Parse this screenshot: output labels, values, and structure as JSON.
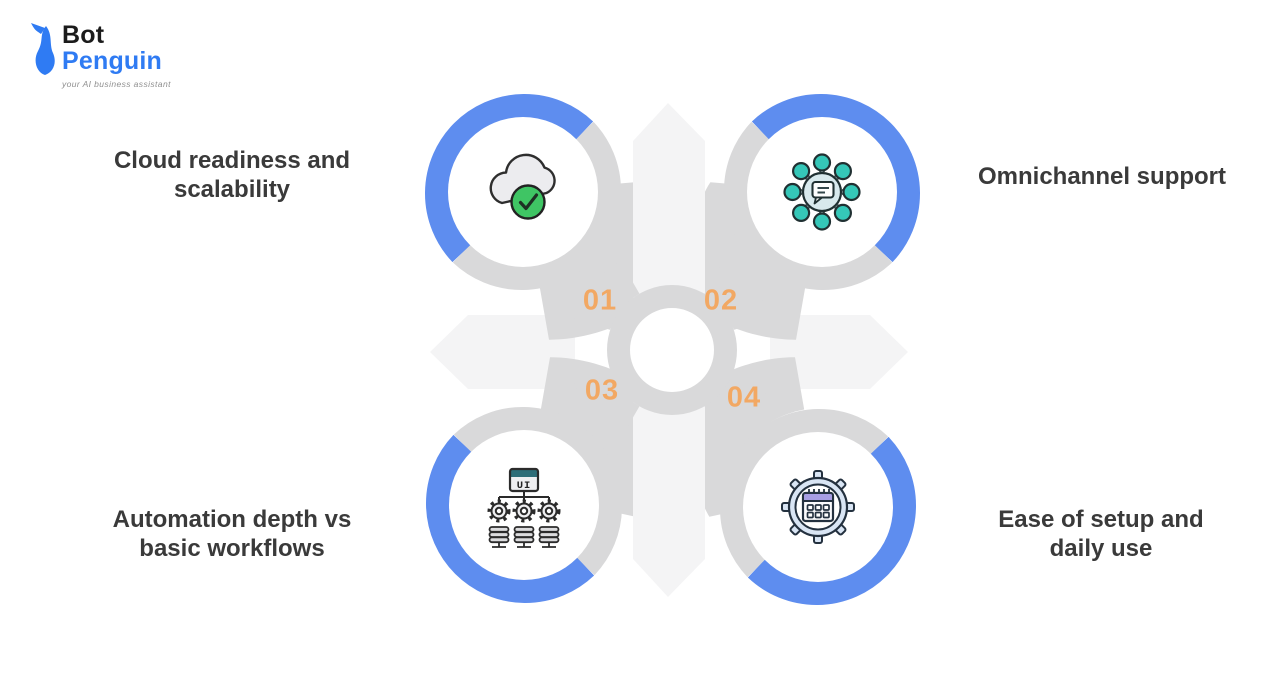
{
  "logo": {
    "brand_black": "Bot",
    "brand_blue": "Penguin",
    "tagline": "your AI business assistant"
  },
  "items": [
    {
      "number": "01",
      "label": "Cloud readiness and scalability",
      "icon": "cloud-checkmark-icon",
      "position": "top-left"
    },
    {
      "number": "02",
      "label": "Omnichannel support",
      "icon": "omnichannel-network-icon",
      "position": "top-right"
    },
    {
      "number": "03",
      "label": "Automation depth vs basic workflows",
      "icon": "ui-automation-stack-icon",
      "position": "bottom-left"
    },
    {
      "number": "04",
      "label": "Ease of setup and daily use",
      "icon": "gear-calendar-icon",
      "position": "bottom-right"
    }
  ],
  "icon_texts": {
    "ui_label": "UI"
  },
  "colors": {
    "accent_blue": "#5e8def",
    "ring_gray": "#d9d9da",
    "star_gray": "#f4f4f5",
    "number_orange": "#f2a863",
    "heading_text": "#3a3a3a",
    "logo_black": "#1b1b1b",
    "logo_blue": "#2f7bf3",
    "tagline_gray": "#8f8f8f",
    "icon_green": "#3fc564",
    "icon_teal": "#35c7b8",
    "icon_purple": "#a89ee3",
    "icon_dark_teal": "#2e6e78"
  }
}
